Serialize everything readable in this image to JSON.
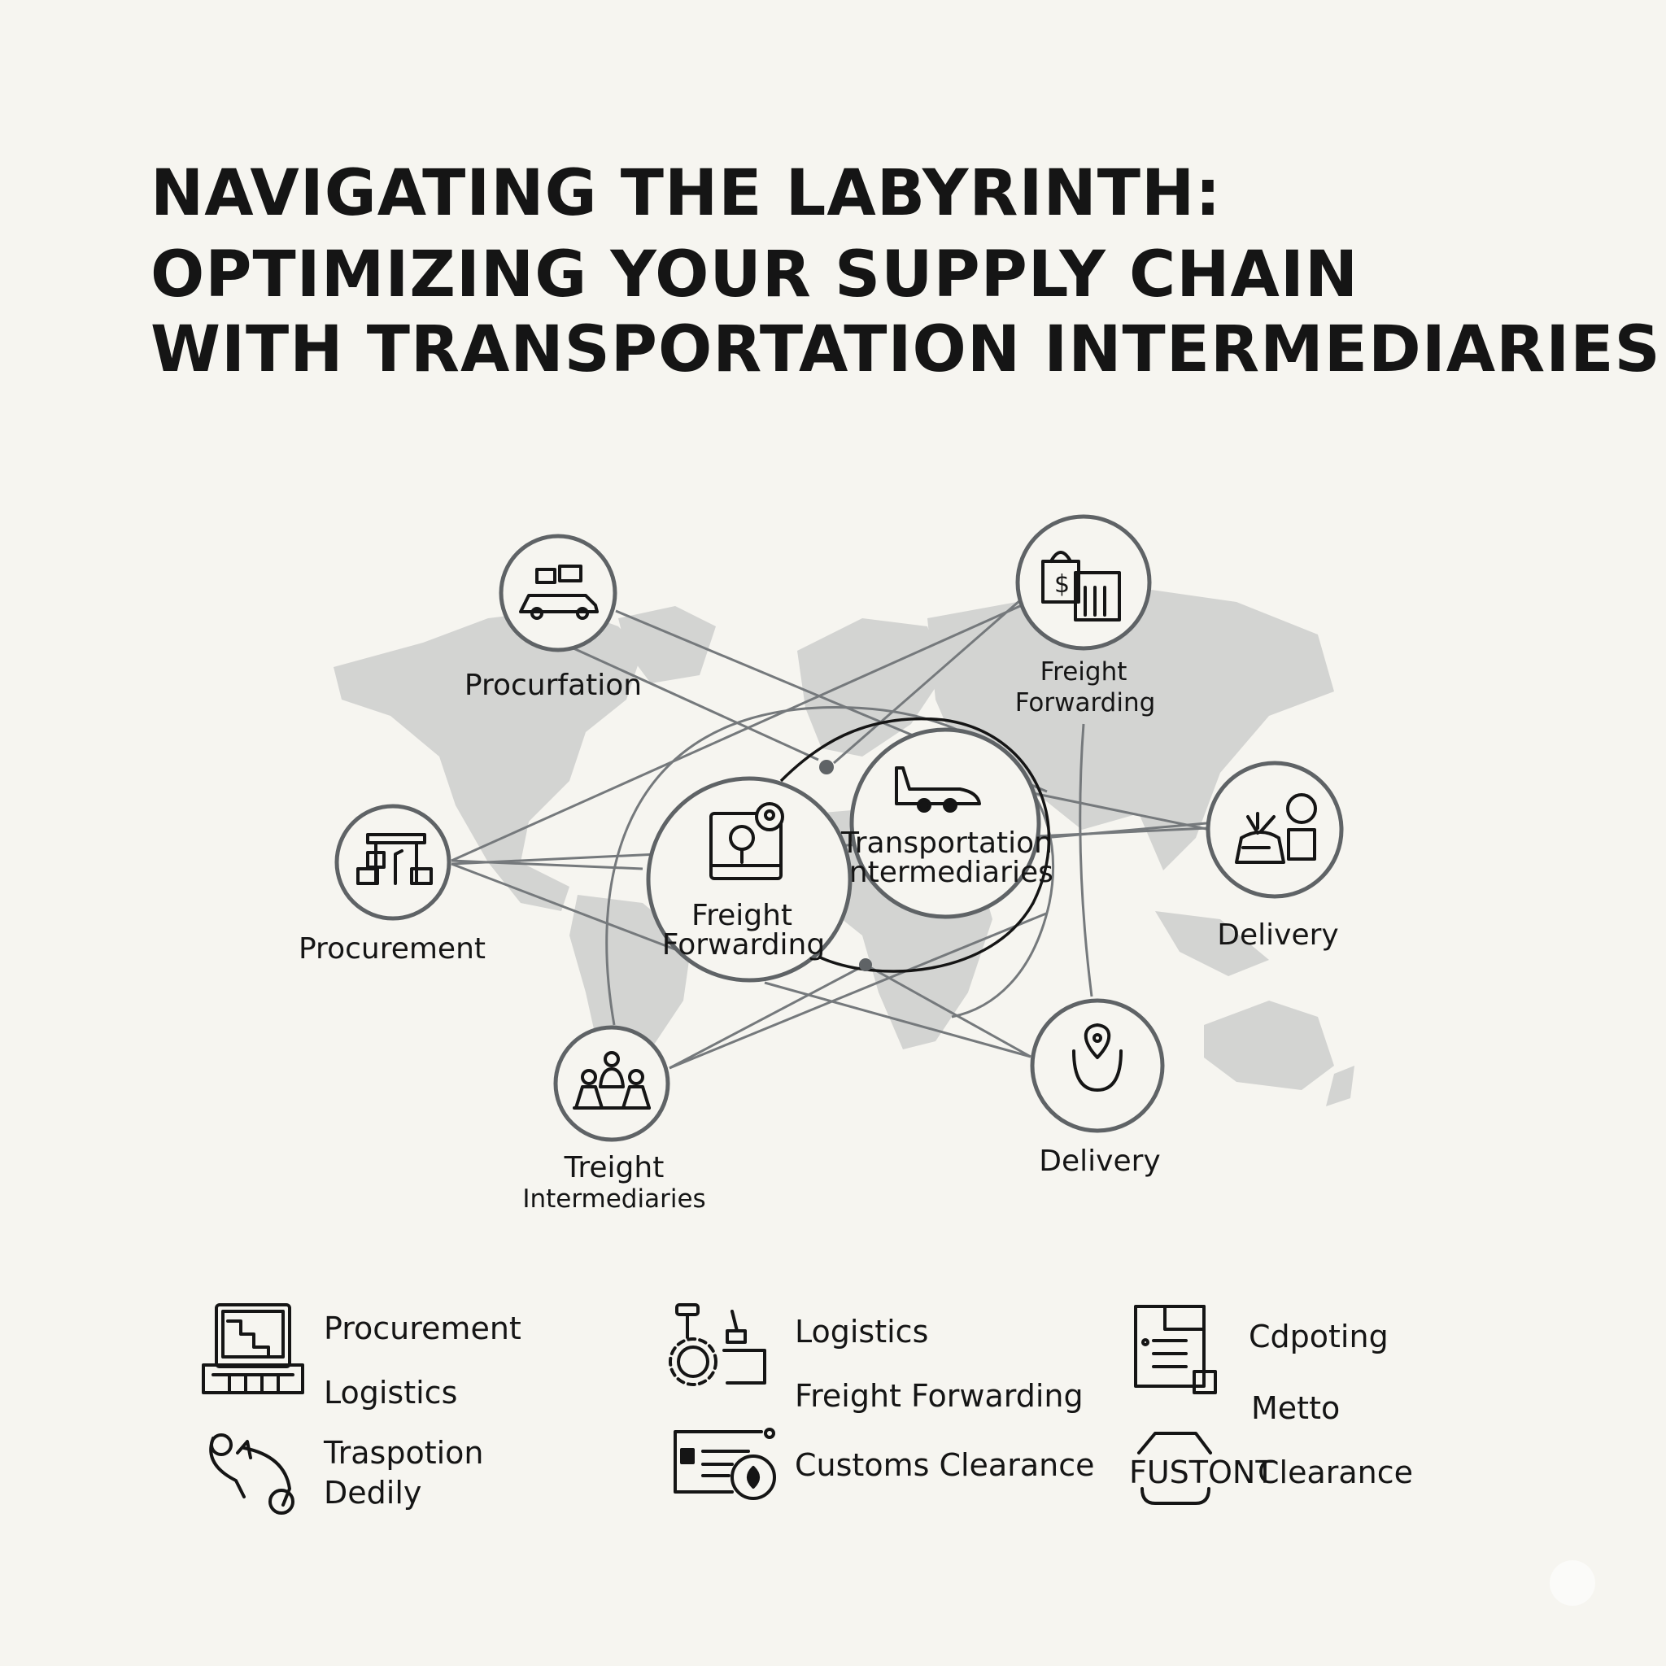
{
  "title": {
    "line1": "NAVIGATING THE LABYRINTH:",
    "line2": "OPTIMIZING YOUR SUPPLY CHAIN",
    "line3": "WITH TRANSPORTATION INTERMEDIARIES"
  },
  "nodes": {
    "procurfation": {
      "label": "Procurfation",
      "icon": "truck-with-boxes-icon"
    },
    "freight_forwarding_top": {
      "label1": "Freight",
      "label2": "Forwarding",
      "icon": "shopping-bag-register-icon"
    },
    "procurement": {
      "label": "Procurement",
      "icon": "warehouse-boxes-icon"
    },
    "freight_forwarding_center": {
      "label1": "Freight",
      "label2": "Forwarding",
      "icon": "tablet-location-icon"
    },
    "transportation_intermediaries": {
      "label1": "Transportation",
      "label2": "Intermediaries",
      "icon": "airplane-icon"
    },
    "delivery_right": {
      "label": "Delivery",
      "icon": "package-delivery-icon"
    },
    "delivery_bottom": {
      "label": "Delivery",
      "icon": "location-pin-icon"
    },
    "treight_intermediaries": {
      "label1": "Treight",
      "label2": "Intermediaries",
      "icon": "people-group-icon"
    }
  },
  "legend": {
    "col1": {
      "item1": "Procurement",
      "item2": "Logistics",
      "item3a": "Traspotion",
      "item3b": "Dedily"
    },
    "col2": {
      "item1": "Logistics",
      "item2": "Freight Forwarding",
      "item3": "Customs Clearance"
    },
    "col3": {
      "item1": "Cdpoting",
      "item2": "Metto",
      "item3_badge": "FUSTONT",
      "item3": "Clearance"
    }
  },
  "colors": {
    "background": "#f6f5f0",
    "map": "#d3d4d2",
    "node_stroke": "#5f6366",
    "text": "#151515"
  }
}
